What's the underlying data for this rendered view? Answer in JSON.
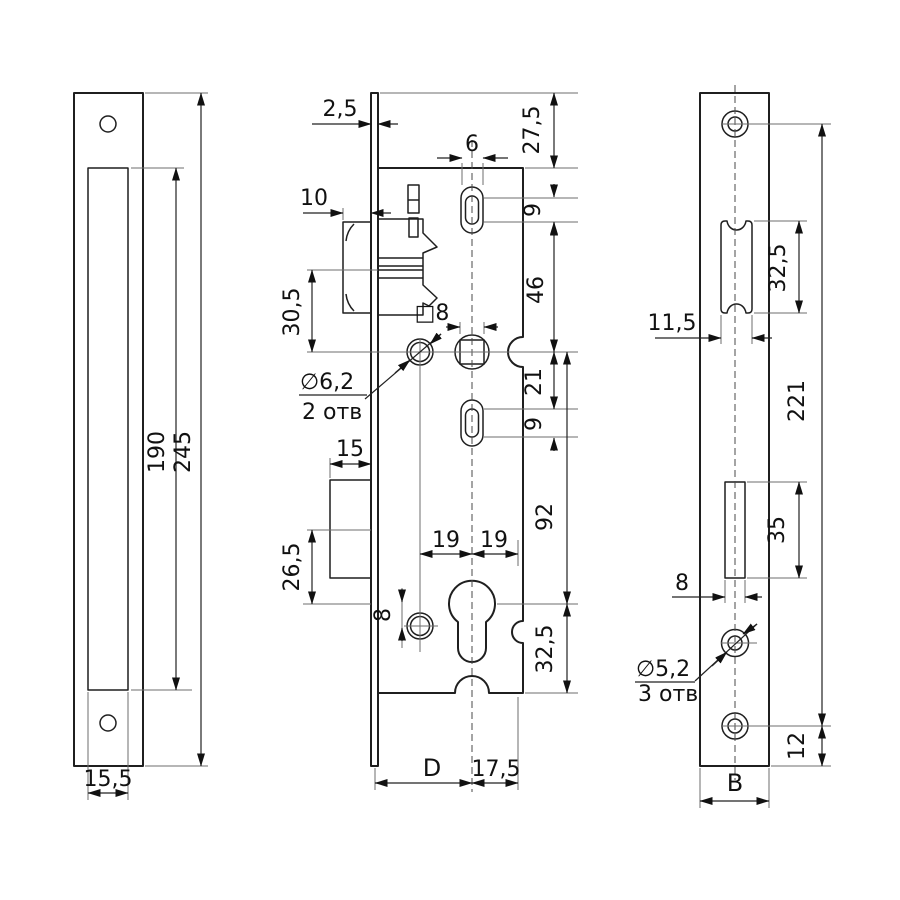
{
  "style": {
    "background": "#ffffff",
    "line_color": "#1f1f1f",
    "thin_line_color": "#6e6e6e",
    "text_color": "#111111"
  },
  "views": {
    "faceplate_front": {
      "dims": {
        "height_total": "245",
        "window_height": "190",
        "window_width": "15,5"
      }
    },
    "lock_body": {
      "dims": {
        "faceplate_thickness": "2,5",
        "top_offset": "27,5",
        "slot_width": "6",
        "latch_protrusion": "10",
        "slot_upper_height": "9",
        "slot_to_follower": "46",
        "follower_square": "□8",
        "follower_to_slot_lower": "21",
        "slot_lower_height": "9",
        "deadbolt_width": "15",
        "deadbolt_to_cylinder": "26,5",
        "latch_to_follower": "30,5",
        "spacing_left": "19",
        "spacing_right": "19",
        "follower_to_cylinder": "92",
        "cylinder_to_bottom": "32,5",
        "cylinder_to_hole": "8",
        "backset": "D",
        "center_to_edge": "17,5"
      },
      "callout": {
        "dia": "∅6,2",
        "count": "2 отв"
      }
    },
    "strike_plate": {
      "dims": {
        "latch_cutout_height": "32,5",
        "latch_cutout_width": "11,5",
        "holes_span": "221",
        "bolt_cutout_height": "35",
        "bolt_cutout_width": "8",
        "bottom_hole_offset": "12",
        "width": "B"
      },
      "callout": {
        "dia": "∅5,2",
        "count": "3 отв"
      }
    }
  }
}
